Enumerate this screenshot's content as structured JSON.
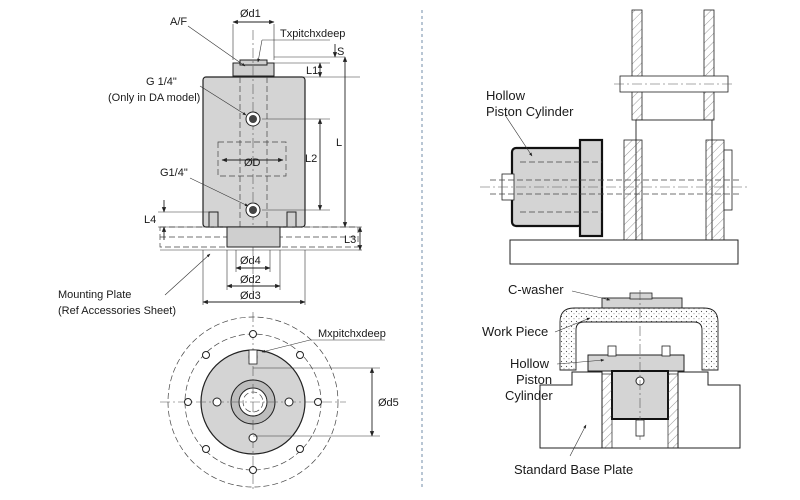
{
  "left_labels": {
    "af": "A/F",
    "d1": "Ød1",
    "thread": "Txpitchxdeep",
    "s": "S",
    "l1": "L1",
    "port_da": "G 1/4\"",
    "port_da_note": "(Only in DA model)",
    "bore": "ØD",
    "port": "G1/4\"",
    "l2": "L2",
    "l": "L",
    "l4": "L4",
    "l3": "L3",
    "d4": "Ød4",
    "d2": "Ød2",
    "d3": "Ød3",
    "mounting_plate": "Mounting Plate",
    "mounting_plate_note": "(Ref Accessories Sheet)",
    "mounting_thread": "Mxpitchxdeep",
    "d5": "Ød5"
  },
  "right_labels": {
    "hollow_top_1": "Hollow",
    "hollow_top_2": "Piston Cylinder",
    "c_washer": "C-washer",
    "work_piece": "Work Piece",
    "hollow_bottom_1": "Hollow",
    "hollow_bottom_2": "Piston",
    "hollow_bottom_3": "Cylinder",
    "base_plate": "Standard Base Plate"
  },
  "colors": {
    "body_fill": "#d4d4d4",
    "line": "#222222",
    "divider": "#8aa0b8"
  }
}
